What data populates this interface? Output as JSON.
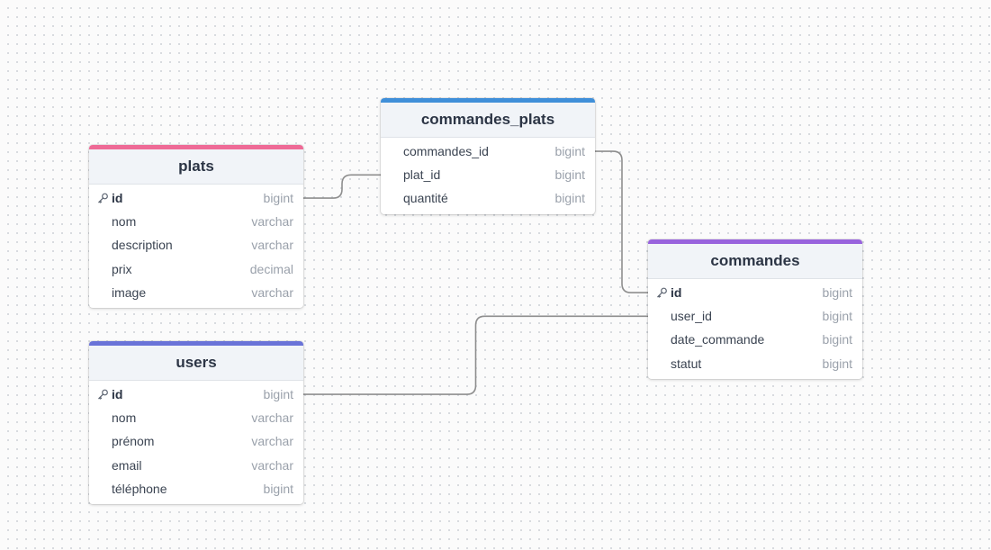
{
  "tables": [
    {
      "name": "commandes_plats",
      "accent_color": "#3f8fd9",
      "fields": [
        {
          "name": "commandes_id",
          "type": "bigint",
          "pk": false
        },
        {
          "name": "plat_id",
          "type": "bigint",
          "pk": false
        },
        {
          "name": "quantité",
          "type": "bigint",
          "pk": false
        }
      ]
    },
    {
      "name": "plats",
      "accent_color": "#ee6a96",
      "fields": [
        {
          "name": "id",
          "type": "bigint",
          "pk": true
        },
        {
          "name": "nom",
          "type": "varchar",
          "pk": false
        },
        {
          "name": "description",
          "type": "varchar",
          "pk": false
        },
        {
          "name": "prix",
          "type": "decimal",
          "pk": false
        },
        {
          "name": "image",
          "type": "varchar",
          "pk": false
        }
      ]
    },
    {
      "name": "commandes",
      "accent_color": "#9863dd",
      "fields": [
        {
          "name": "id",
          "type": "bigint",
          "pk": true
        },
        {
          "name": "user_id",
          "type": "bigint",
          "pk": false
        },
        {
          "name": "date_commande",
          "type": "bigint",
          "pk": false
        },
        {
          "name": "statut",
          "type": "bigint",
          "pk": false
        }
      ]
    },
    {
      "name": "users",
      "accent_color": "#6973d8",
      "fields": [
        {
          "name": "id",
          "type": "bigint",
          "pk": true
        },
        {
          "name": "nom",
          "type": "varchar",
          "pk": false
        },
        {
          "name": "prénom",
          "type": "varchar",
          "pk": false
        },
        {
          "name": "email",
          "type": "varchar",
          "pk": false
        },
        {
          "name": "téléphone",
          "type": "bigint",
          "pk": false
        }
      ]
    }
  ],
  "relations": [
    {
      "from": "plats.id",
      "to": "commandes_plats.plat_id"
    },
    {
      "from": "commandes_plats.commandes_id",
      "to": "commandes.id"
    },
    {
      "from": "users.id",
      "to": "commandes.user_id"
    }
  ],
  "icons": {
    "primary_key": "key-icon"
  }
}
